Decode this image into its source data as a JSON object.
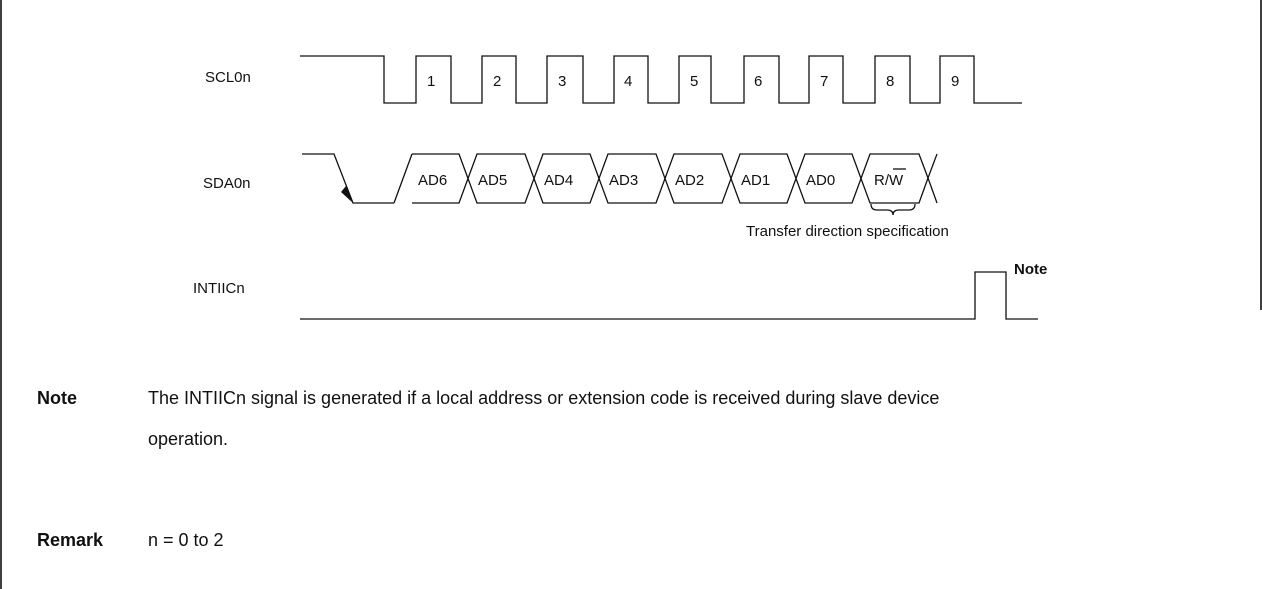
{
  "diagram": {
    "signals": {
      "scl": "SCL0n",
      "sda": "SDA0n",
      "intr": "INTIICn"
    },
    "clock_pulses": [
      "1",
      "2",
      "3",
      "4",
      "5",
      "6",
      "7",
      "8",
      "9"
    ],
    "data_bits": [
      "AD6",
      "AD5",
      "AD4",
      "AD3",
      "AD2",
      "AD1",
      "AD0"
    ],
    "rw_bit": {
      "prefix": "R/",
      "overbar": "W"
    },
    "brace_label": "Transfer direction specification",
    "intr_note_tag": "Note"
  },
  "footnotes": {
    "note": {
      "label": "Note",
      "line1": "The INTIICn signal is generated if a local address or extension code is received during slave device",
      "line2": "operation."
    },
    "remark": {
      "label": "Remark",
      "text": "n = 0 to 2"
    }
  }
}
